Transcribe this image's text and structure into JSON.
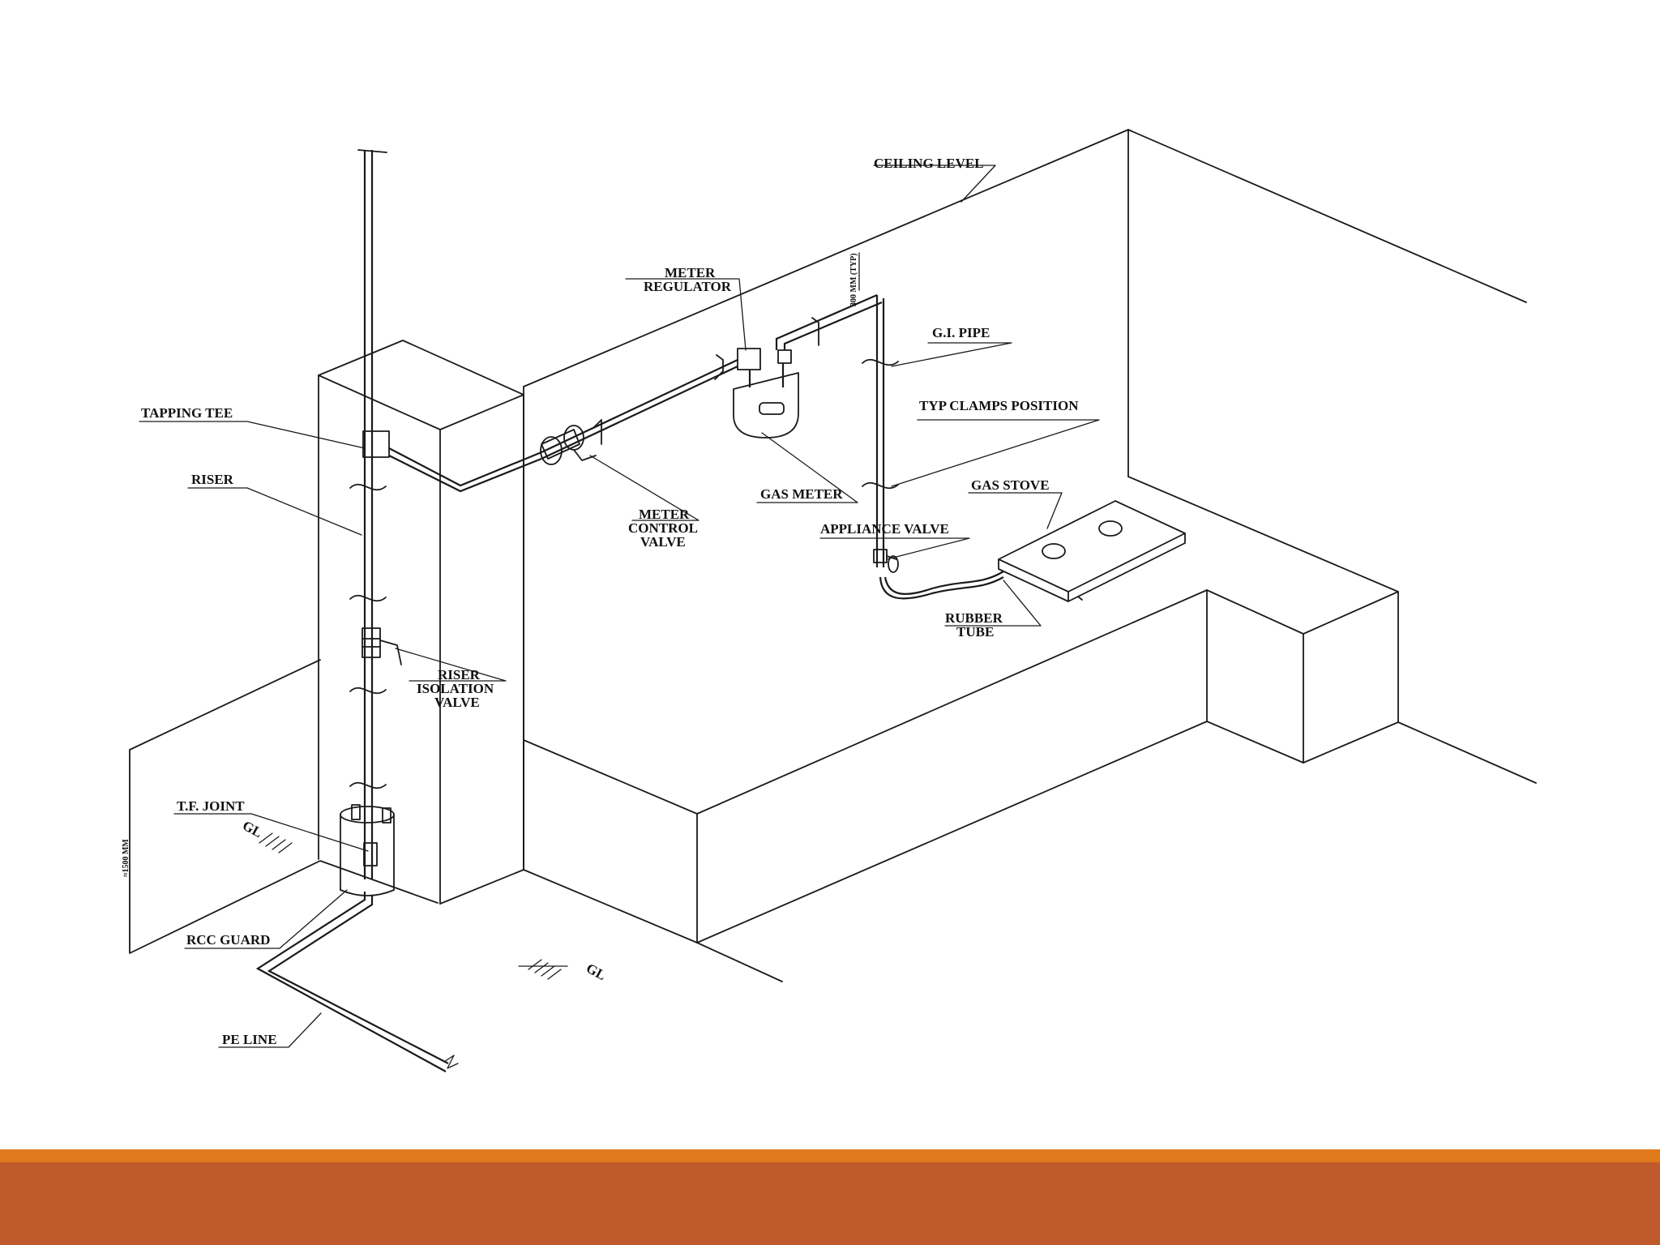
{
  "diagram": {
    "labels": {
      "ceiling_level": "CEILING LEVEL",
      "meter_regulator_1": "METER",
      "meter_regulator_2": "REGULATOR",
      "gi_pipe": "G.I. PIPE",
      "typ_clamps": "TYP CLAMPS POSITION",
      "tapping_tee": "TAPPING TEE",
      "riser": "RISER",
      "gas_meter": "GAS METER",
      "gas_stove": "GAS STOVE",
      "appliance_valve": "APPLIANCE VALVE",
      "meter_control_valve_1": "METER",
      "meter_control_valve_2": "CONTROL",
      "meter_control_valve_3": "VALVE",
      "rubber_tube_1": "RUBBER",
      "rubber_tube_2": "TUBE",
      "riser_isolation_1": "RISER",
      "riser_isolation_2": "ISOLATION",
      "riser_isolation_3": "VALVE",
      "tf_joint": "T.F. JOINT",
      "gl_left": "GL",
      "gl_bottom": "GL",
      "rcc_guard": "RCC GUARD",
      "pe_line": "PE LINE",
      "dim_1500": "≈1500 MM",
      "dim_300": "300 MM (TYP)"
    }
  },
  "colors": {
    "footer_band": "#bf5a2c",
    "footer_stripe": "#e07a1c",
    "line": "#1a1a1a"
  }
}
